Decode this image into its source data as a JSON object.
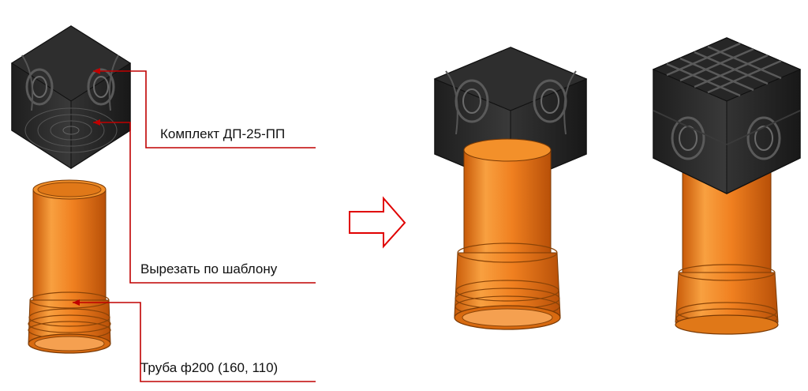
{
  "labels": {
    "kit": "Комплект ДП-25-ПП",
    "cut": "Вырезать по шаблону",
    "pipe": "Труба ф200 (160, 110)"
  },
  "colors": {
    "leader": "#c00000",
    "arrow": "#e00000",
    "pipe": "#f08020",
    "pipe_dark": "#c85a08",
    "pipe_light": "#f8a040",
    "box": "#2a2a2a",
    "box_dark": "#141414",
    "box_light": "#454545"
  },
  "icons": {
    "transition_arrow": "right-arrow-outline"
  }
}
